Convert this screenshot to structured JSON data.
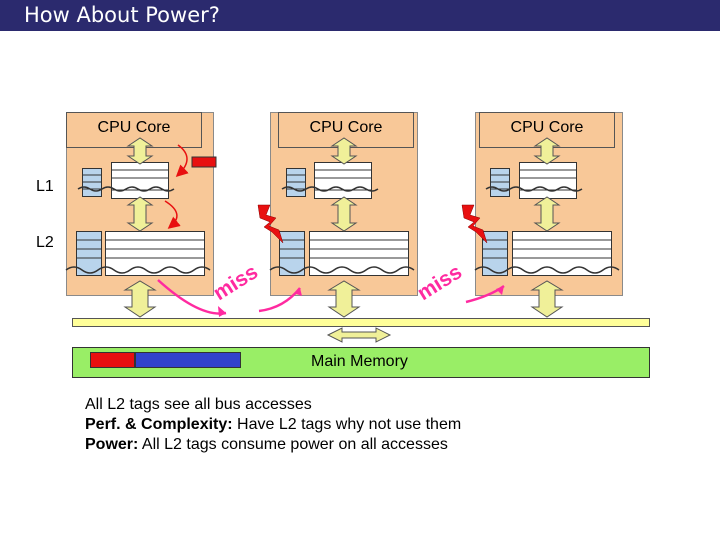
{
  "title": "How About Power?",
  "cores": [
    {
      "label": "CPU Core"
    },
    {
      "label": "CPU Core"
    },
    {
      "label": "CPU Core"
    }
  ],
  "levels": {
    "l1": "L1",
    "l2": "L2"
  },
  "miss_labels": [
    "miss",
    "miss"
  ],
  "memory": {
    "label": "Main Memory"
  },
  "bullets": [
    {
      "bold": "",
      "text": "All L2 tags see all bus accesses"
    },
    {
      "bold": "Perf. & Complexity:",
      "text": " Have L2 tags why not use them"
    },
    {
      "bold": "Power:",
      "text": " All L2 tags consume power on all accesses"
    }
  ],
  "colors": {
    "title_bg": "#2b2a6e",
    "core_bg": "#f8c898",
    "tag": "#b9d4ec",
    "bus": "#ffff99",
    "arrow_fill": "#f0f099",
    "memory": "#99ee66",
    "miss": "#ff2aa0",
    "lightning": "#e81010",
    "mem_red": "#e81010",
    "mem_blue": "#3244cc"
  }
}
